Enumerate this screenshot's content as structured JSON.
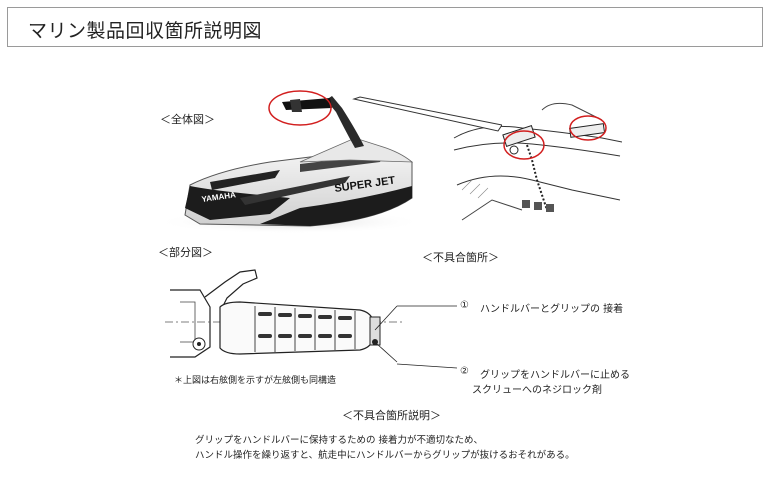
{
  "header": {
    "title": "マリン製品回収箇所説明図"
  },
  "labels": {
    "overall": "＜全体図＞",
    "partial": "＜部分図＞",
    "defect_location": "＜不具合箇所＞",
    "defect_explanation": "＜不具合箇所説明＞"
  },
  "callouts": {
    "c1_num": "①",
    "c1_text": "ハンドルバーとグリップの 接着",
    "c2_num": "②",
    "c2_line1": "グリップをハンドルバーに止める",
    "c2_line2": "スクリューへのネジロック剤"
  },
  "note": "＊上図は右舷側を示すが左舷側も同構造",
  "explanation": {
    "line1": "グリップをハンドルバーに保持するための 接着力が不適切なため、",
    "line2": "ハンドル操作を繰り返すと、航走中にハンドルバーからグリップが抜けるおそれがある。"
  },
  "boat_brand": {
    "text": "SUPER JET",
    "maker": "YAMAHA"
  },
  "colors": {
    "highlight_red": "#d21f1f",
    "border_gray": "#9a9a9a"
  }
}
